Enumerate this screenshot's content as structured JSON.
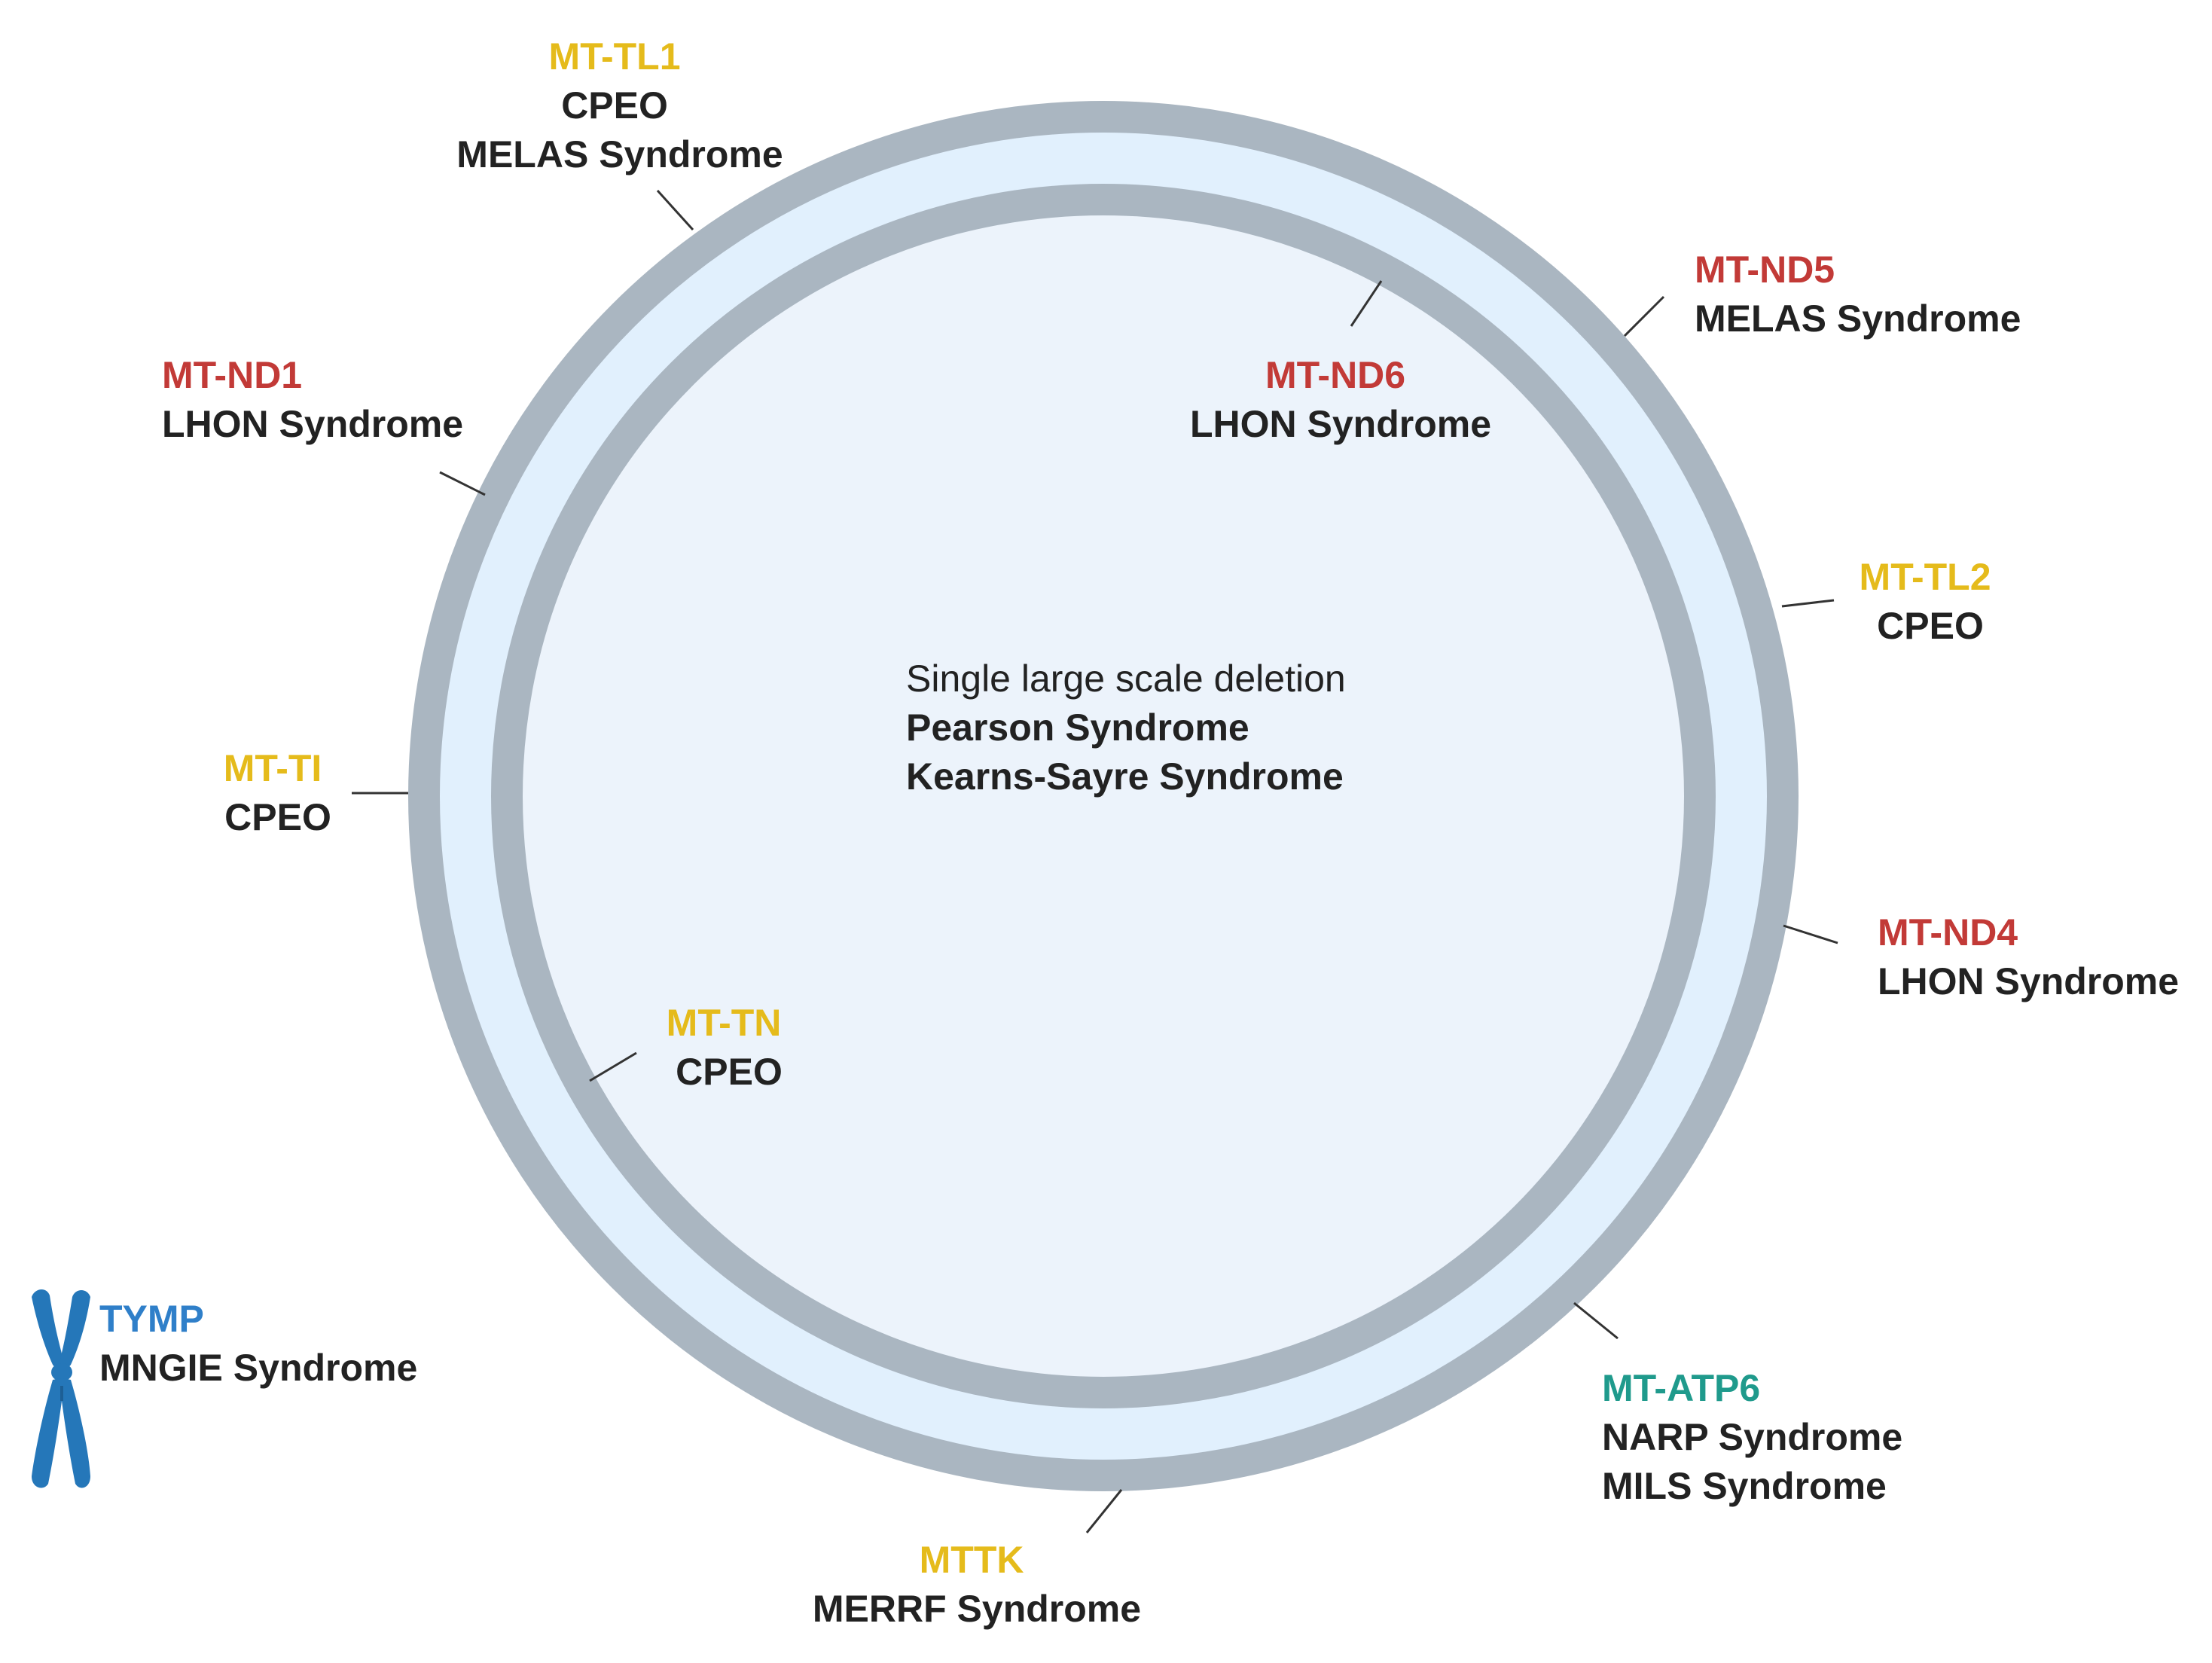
{
  "colors": {
    "background": "#ffffff",
    "outer_ring": "#aab6c1",
    "intermembrane": "#e1f0fd",
    "inner_ring": "#aab6c1",
    "matrix": "#ecf3fb",
    "gene_red": "#c23a37",
    "gene_yellow": "#e5bb1b",
    "gene_teal": "#1f9a8c",
    "gene_blue": "#2f7fc9",
    "disease_text": "#222222",
    "chromosome": "#2577b9"
  },
  "center": {
    "line1": "Single large scale deletion",
    "line2": "Pearson Syndrome",
    "line3": "Kearns-Sayre Syndrome"
  },
  "labels": {
    "mt_tl1": {
      "gene": "MT-TL1",
      "gene_color": "yellow",
      "diseases": [
        "CPEO",
        "MELAS Syndrome"
      ]
    },
    "mt_nd5": {
      "gene": "MT-ND5",
      "gene_color": "red",
      "diseases": [
        "MELAS Syndrome"
      ]
    },
    "mt_nd1": {
      "gene": "MT-ND1",
      "gene_color": "red",
      "diseases": [
        "LHON Syndrome"
      ]
    },
    "mt_nd6": {
      "gene": "MT-ND6",
      "gene_color": "red",
      "diseases": [
        "LHON Syndrome"
      ]
    },
    "mt_tl2": {
      "gene": "MT-TL2",
      "gene_color": "yellow",
      "diseases": [
        "CPEO"
      ]
    },
    "mt_ti": {
      "gene": "MT-TI",
      "gene_color": "yellow",
      "diseases": [
        "CPEO"
      ]
    },
    "mt_nd4": {
      "gene": "MT-ND4",
      "gene_color": "red",
      "diseases": [
        "LHON Syndrome"
      ]
    },
    "mt_tn": {
      "gene": "MT-TN",
      "gene_color": "yellow",
      "diseases": [
        "CPEO"
      ]
    },
    "mt_atp6": {
      "gene": "MT-ATP6",
      "gene_color": "teal",
      "diseases": [
        "NARP Syndrome",
        "MILS Syndrome"
      ]
    },
    "mttk": {
      "gene": "MTTK",
      "gene_color": "yellow",
      "diseases": [
        "MERRF Syndrome"
      ]
    },
    "tymp": {
      "gene": "TYMP",
      "gene_color": "blue",
      "diseases": [
        "MNGIE Syndrome"
      ]
    }
  },
  "icons": {
    "nuclear_gene": "chromosome-icon"
  }
}
